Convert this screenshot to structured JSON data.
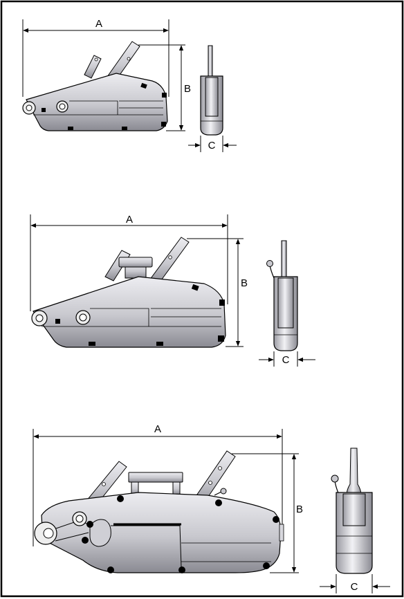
{
  "diagrams": [
    {
      "length_label": "A",
      "height_label": "B",
      "width_label": "C"
    },
    {
      "length_label": "A",
      "height_label": "B",
      "width_label": "C"
    },
    {
      "length_label": "A",
      "height_label": "B",
      "width_label": "C"
    }
  ],
  "colors": {
    "body_light": "#ededf1",
    "body_dark": "#8a8a92",
    "outline": "#000000",
    "frame": "#000000"
  }
}
